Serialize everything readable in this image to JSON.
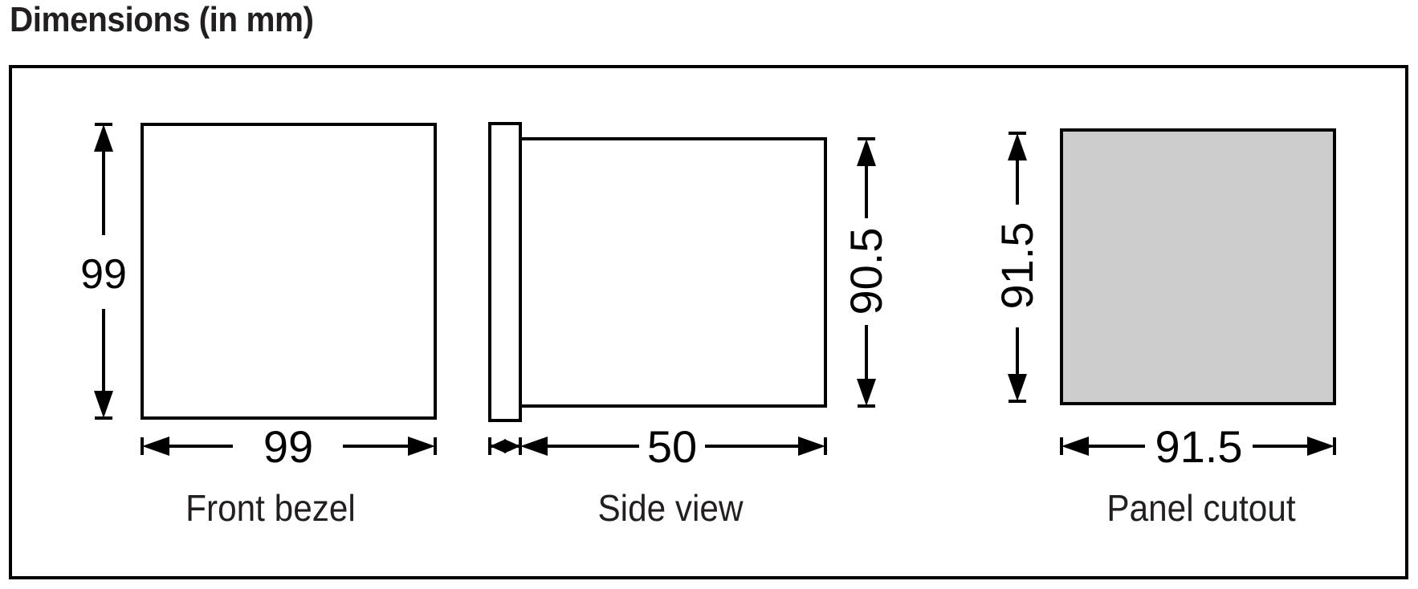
{
  "title": "Dimensions (in mm)",
  "colors": {
    "outline": "#000000",
    "cutout_fill": "#cccccc",
    "text": "#231f20"
  },
  "views": {
    "front": {
      "width": "99",
      "height": "99",
      "caption": "Front bezel"
    },
    "side": {
      "depth": "50",
      "height": "90.5",
      "caption": "Side view"
    },
    "cutout": {
      "width": "91.5",
      "height": "91.5",
      "caption": "Panel cutout"
    }
  }
}
